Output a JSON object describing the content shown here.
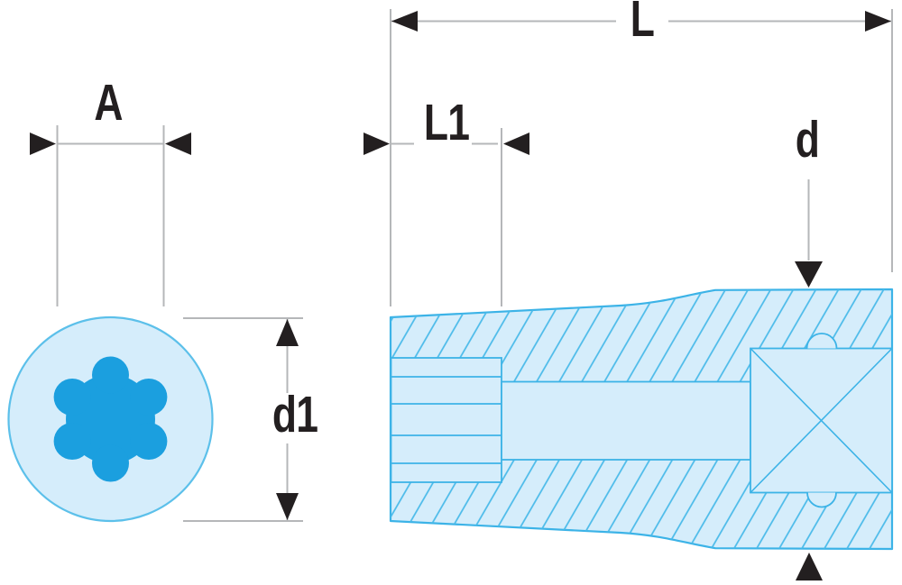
{
  "drawing": {
    "title": "Torx socket technical dimension drawing",
    "background_color": "#ffffff",
    "front_view": {
      "name": "torx-end-view",
      "shape": "circle with 6-lobe torx star opening"
    },
    "side_view": {
      "name": "longitudinal-cross-section",
      "features": [
        "hatched body",
        "torx recess",
        "bore",
        "square drive with X",
        "detent ball notches"
      ]
    },
    "dimensions": {
      "a": {
        "label": "A",
        "measures": "torx opening width"
      },
      "l": {
        "label": "L",
        "measures": "overall length"
      },
      "l1": {
        "label": "L1",
        "measures": "recess depth"
      },
      "d": {
        "label": "d",
        "measures": "drive end diameter"
      },
      "d1": {
        "label": "d1",
        "measures": "socket end diameter"
      }
    },
    "colors": {
      "part_fill": "#d5edfb",
      "part_stroke": "#3cb3e7",
      "hatch_stroke": "#49bae9",
      "circle_stroke": "#5cc0ea",
      "star_fill": "#1b9fdf",
      "dimension_line": "#b5b7b9",
      "arrow_and_text": "#231f20"
    }
  }
}
